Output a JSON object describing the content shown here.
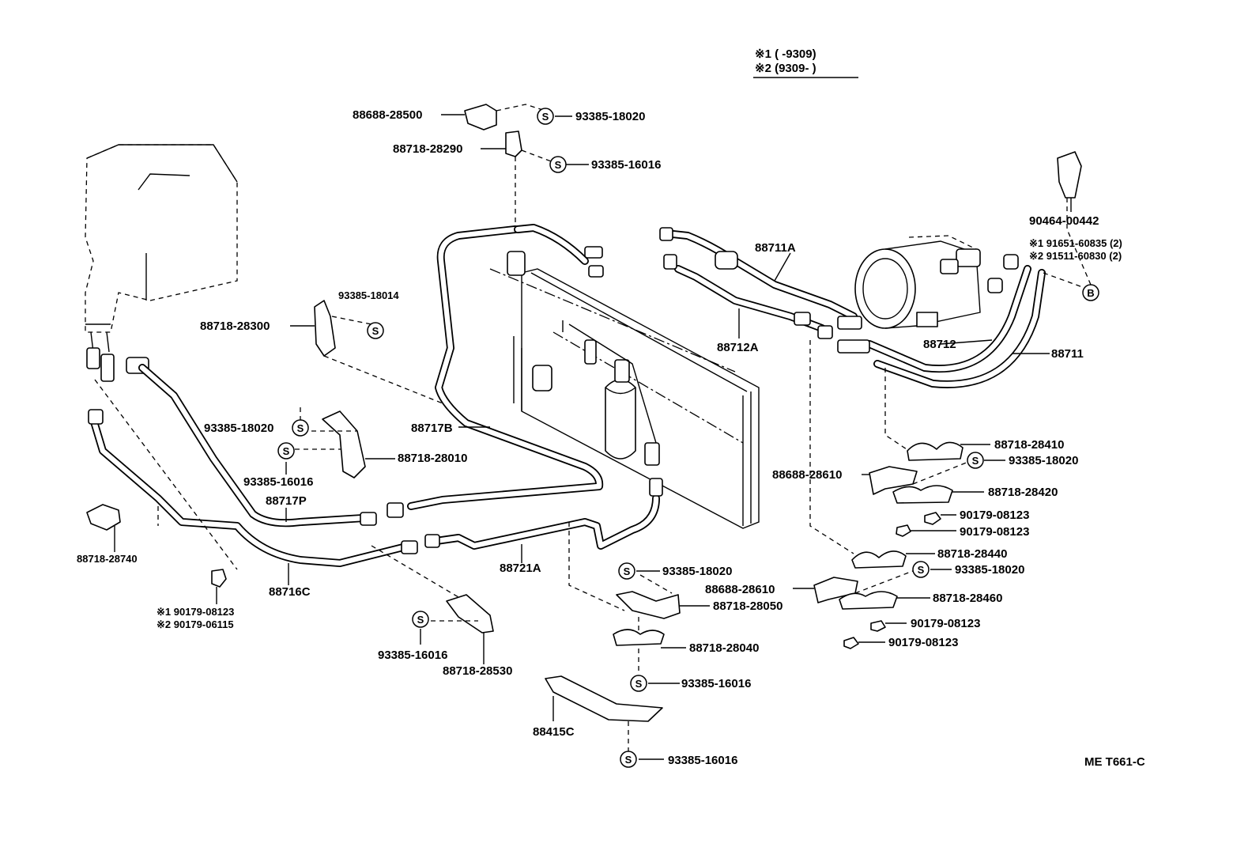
{
  "legend": {
    "line1": "※1 (       -9309)",
    "line2": "※2 (9309-       )"
  },
  "symbols": {
    "s": "S",
    "b": "B"
  },
  "labels": {
    "p88688_28500": "88688-28500",
    "p93385_18020_top": "93385-18020",
    "p88718_28290": "88718-28290",
    "p93385_16016_top": "93385-16016",
    "p90464_00442": "90464-00442",
    "p88711A": "88711A",
    "p91651_60835": "※1  91651-60835 (2)",
    "p91511_60830": "※2  91511-60830 (2)",
    "p93385_18014": "93385-18014",
    "p88718_28300": "88718-28300",
    "p88712A": "88712A",
    "p88712": "88712",
    "p88711": "88711",
    "p93385_18020_left": "93385-18020",
    "p88717B": "88717B",
    "p88718_28010": "88718-28010",
    "p93385_16016_left": "93385-16016",
    "p88717P": "88717P",
    "p88718_28410": "88718-28410",
    "p88688_28610_a": "88688-28610",
    "p93385_18020_r1": "93385-18020",
    "p88718_28420": "88718-28420",
    "p90179_08123_a": "90179-08123",
    "p90179_08123_b": "90179-08123",
    "p88718_28740": "88718-28740",
    "p88721A": "88721A",
    "p88716C": "88716C",
    "p88718_28440": "88718-28440",
    "p93385_18020_r2": "93385-18020",
    "p88688_28610_b": "88688-28610",
    "p93385_18020_mid": "93385-18020",
    "p88718_28460": "88718-28460",
    "p88718_28050": "88718-28050",
    "p90179_08123_c": "90179-08123",
    "p90179_08123_d": "90179-08123",
    "p90179_08123_s1": "※1  90179-08123",
    "p90179_06115_s2": "※2  90179-06115",
    "p88718_28040": "88718-28040",
    "p93385_16016_bl": "93385-16016",
    "p88718_28530": "88718-28530",
    "p93385_16016_mid": "93385-16016",
    "p88415C": "88415C",
    "p93385_16016_bot": "93385-16016",
    "code": "ME  T661-C"
  }
}
